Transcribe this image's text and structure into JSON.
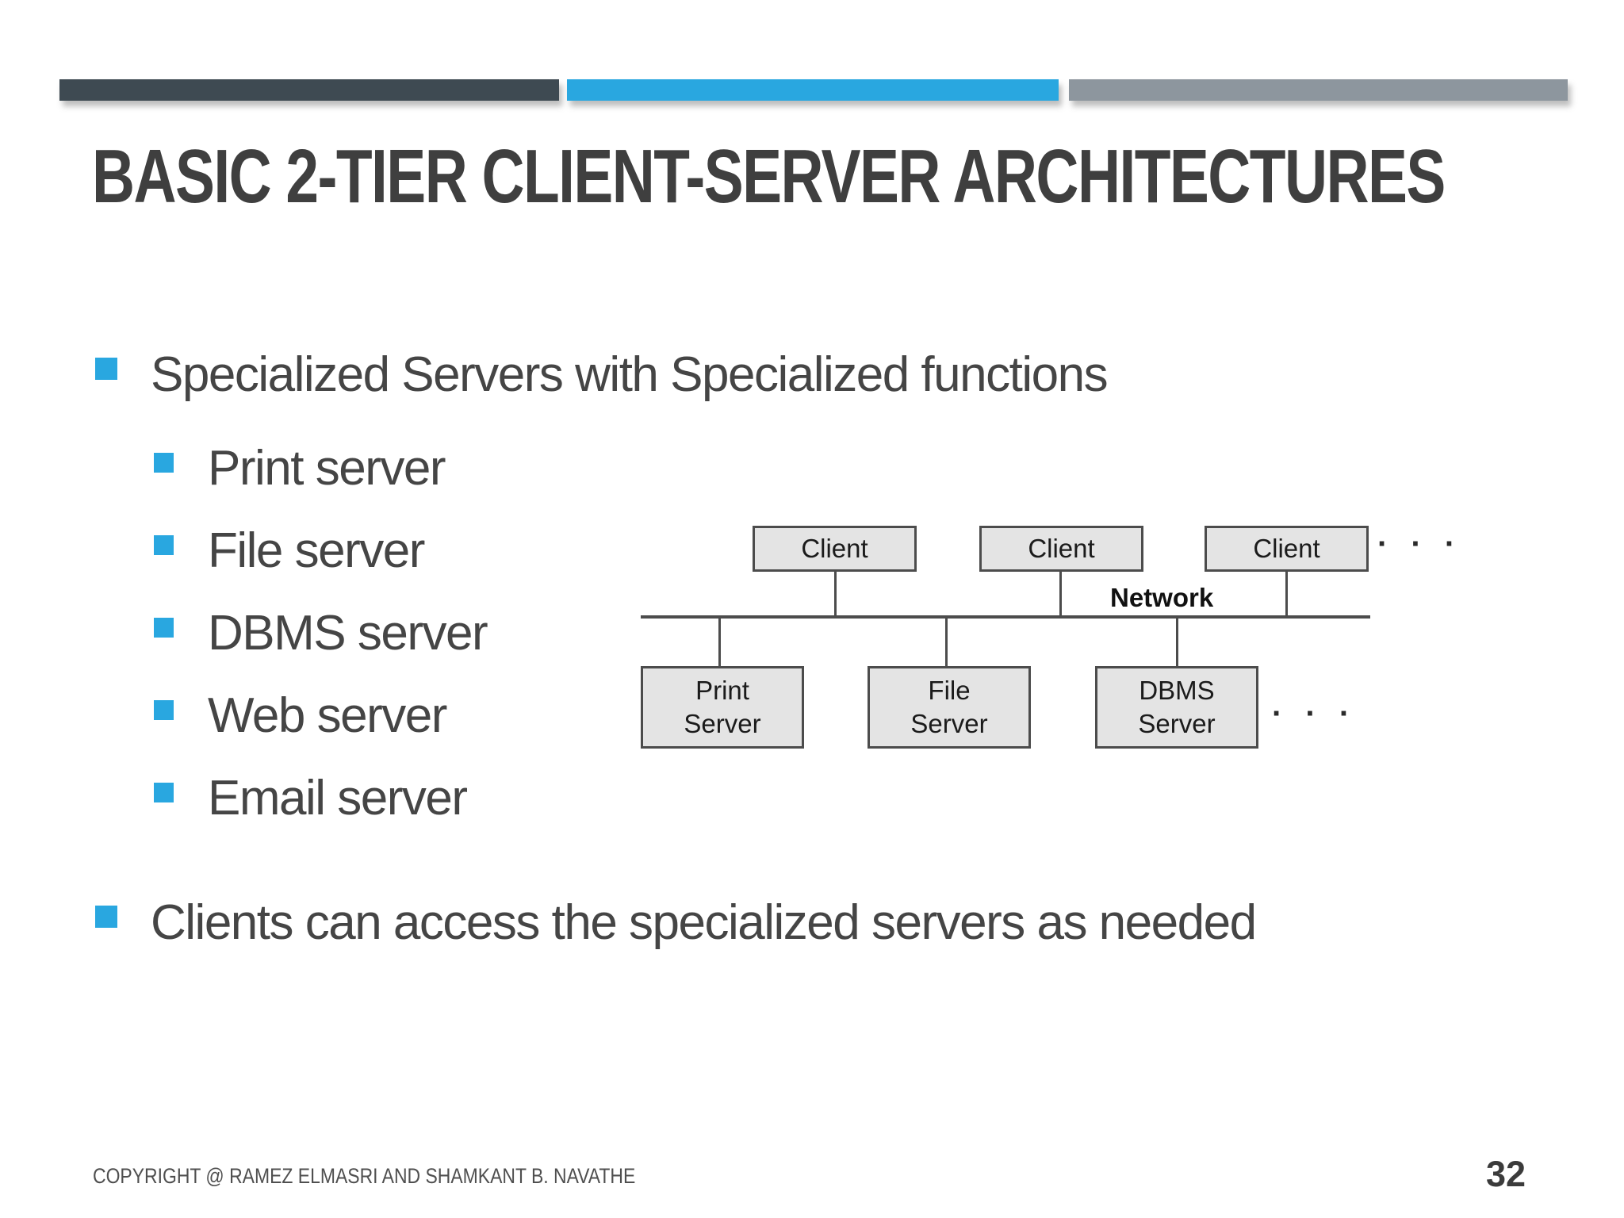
{
  "slide": {
    "title": "BASIC 2-TIER CLIENT-SERVER ARCHITECTURES",
    "bullets": [
      {
        "level": 1,
        "text": "Specialized Servers with Specialized functions"
      },
      {
        "level": 2,
        "text": "Print server"
      },
      {
        "level": 2,
        "text": "File server"
      },
      {
        "level": 2,
        "text": "DBMS server"
      },
      {
        "level": 2,
        "text": "Web server"
      },
      {
        "level": 2,
        "text": "Email server"
      },
      {
        "level": 1,
        "text": "Clients can access the specialized servers as needed"
      }
    ],
    "footer": {
      "copyright": "COPYRIGHT @ RAMEZ ELMASRI AND SHAMKANT B. NAVATHE",
      "page_number": "32"
    },
    "colors": {
      "accent_blue": "#29a7e0",
      "bar_dark": "#3e4a52",
      "bar_gray": "#8d969e",
      "title_text": "#3f3f3f",
      "body_text": "#454545",
      "diagram_box_fill": "#e4e4e4",
      "diagram_line": "#4c4c4c"
    }
  },
  "diagram": {
    "client_label": "Client",
    "network_label": "Network",
    "servers": [
      {
        "line1": "Print",
        "line2": "Server"
      },
      {
        "line1": "File",
        "line2": "Server"
      },
      {
        "line1": "DBMS",
        "line2": "Server"
      }
    ],
    "ellipsis_top": "· · ·",
    "ellipsis_bottom": "· · ·"
  }
}
